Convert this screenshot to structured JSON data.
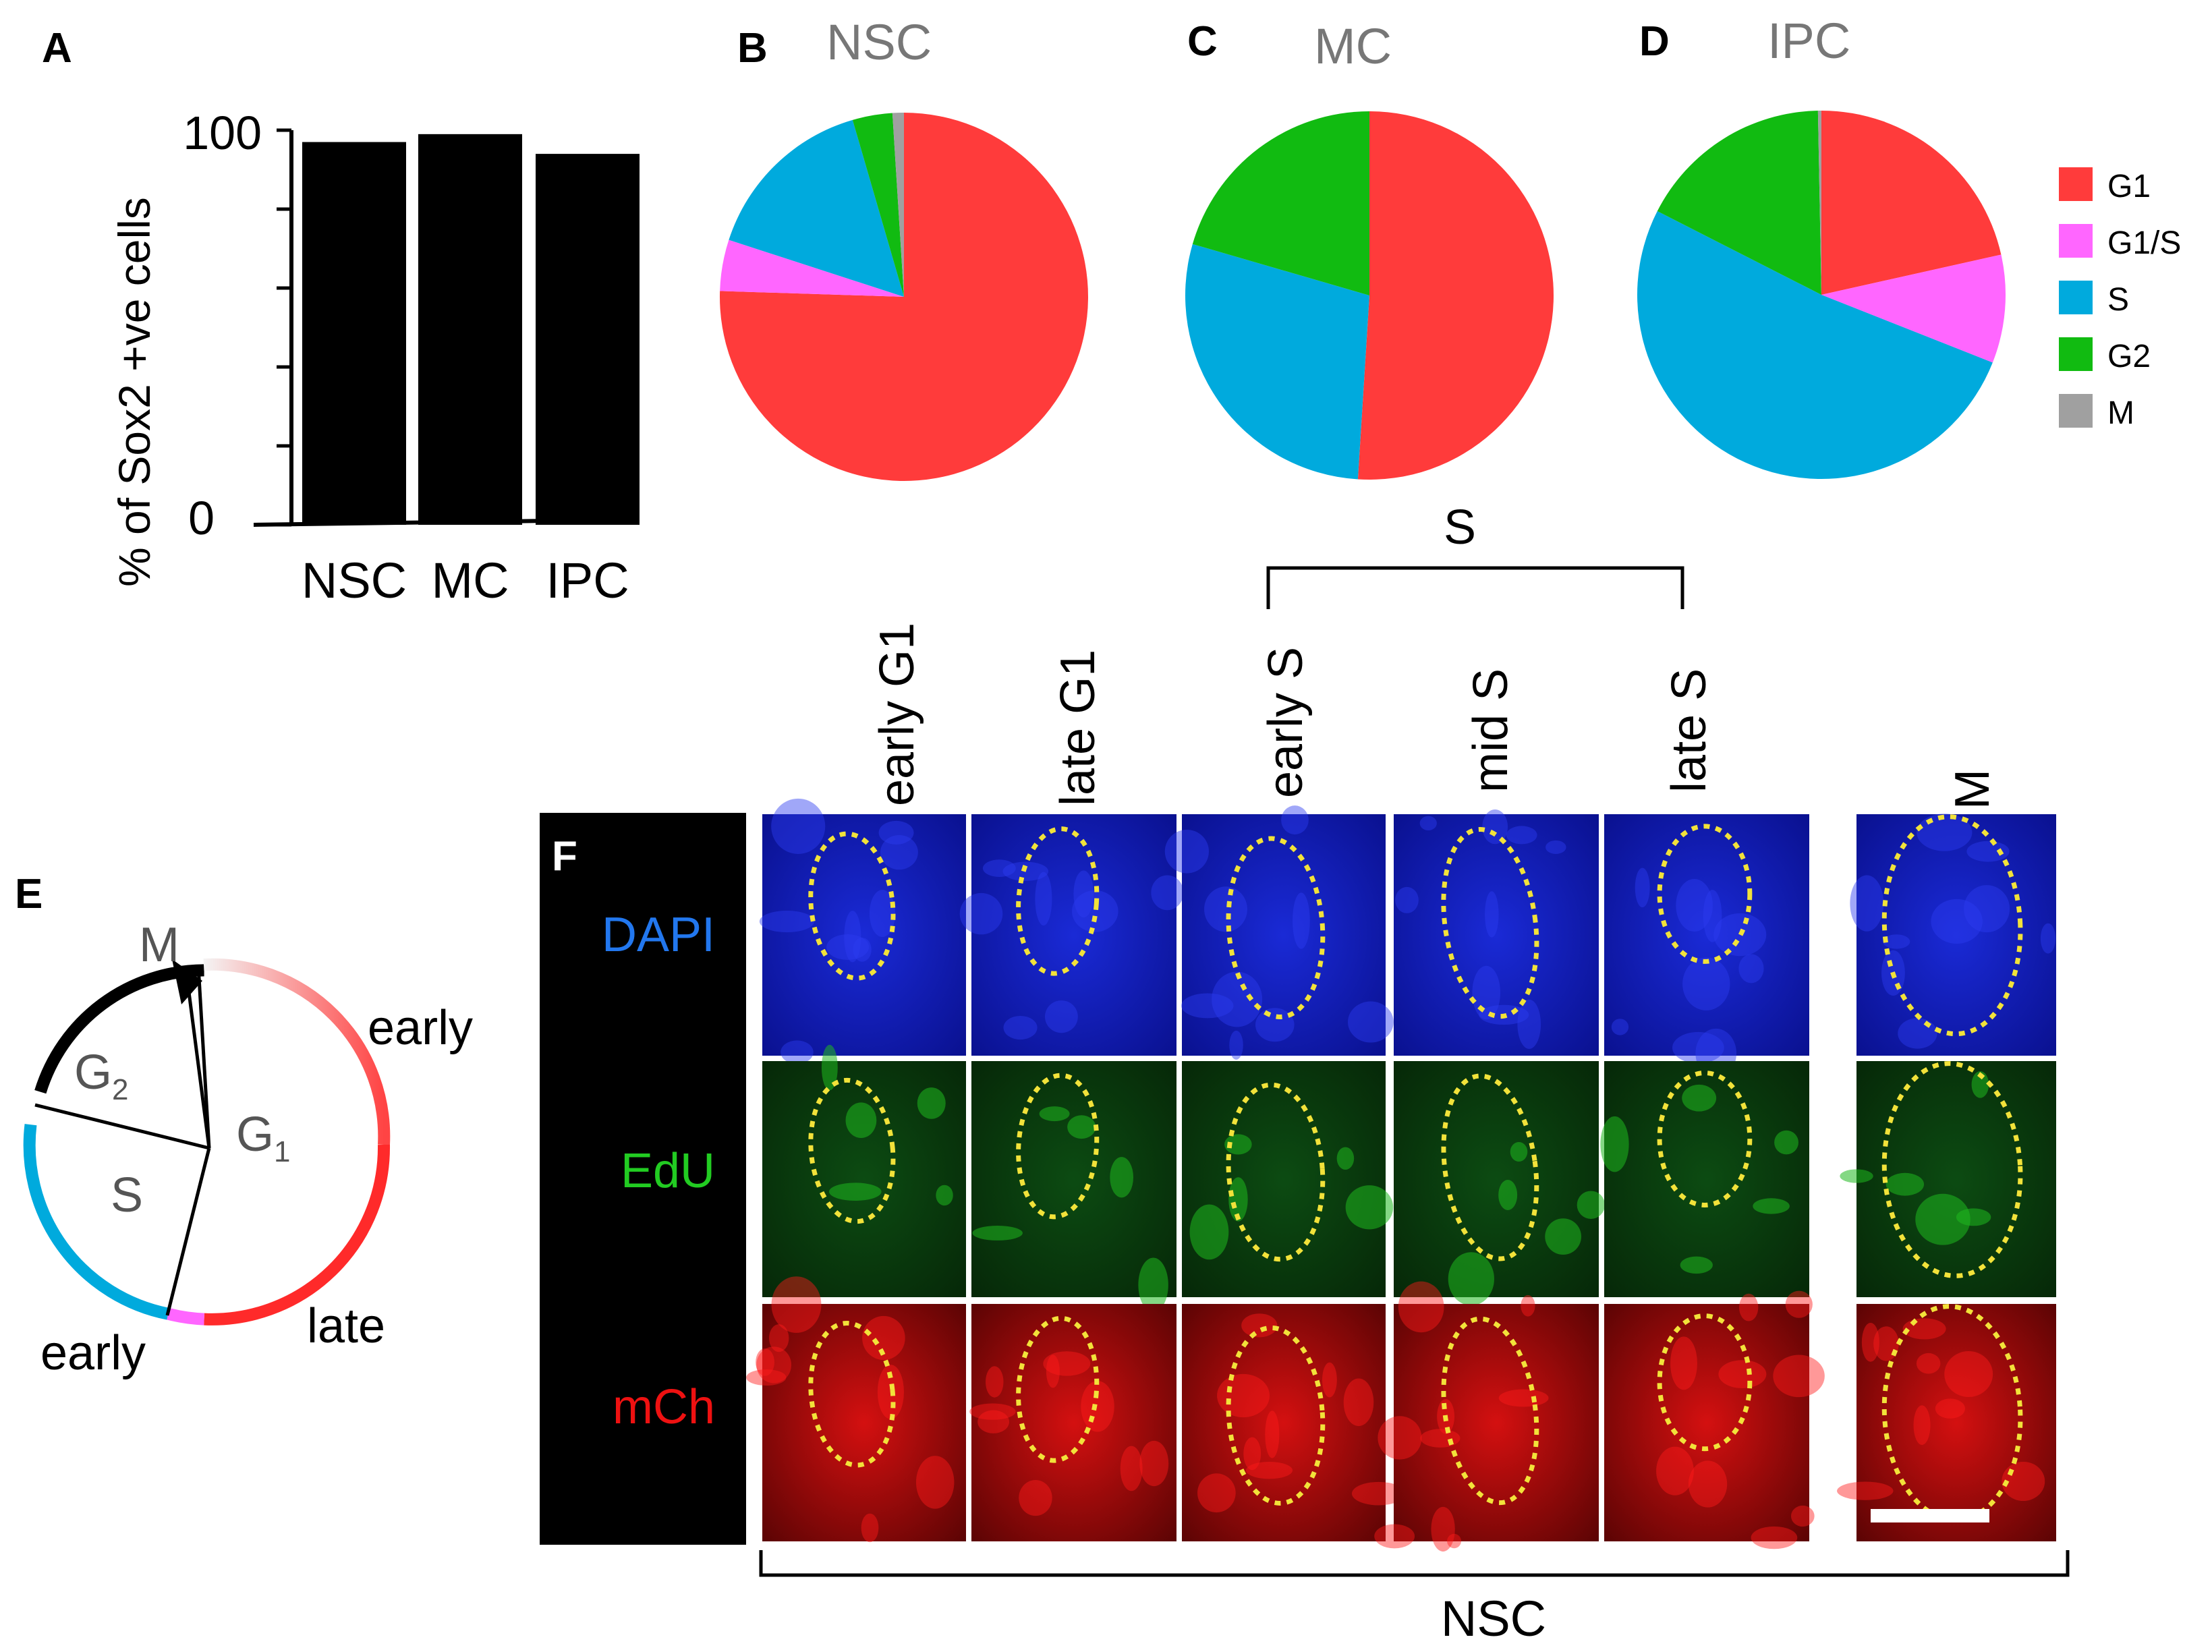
{
  "panel_letters": {
    "a": "A",
    "b": "B",
    "c": "C",
    "d": "D",
    "e": "E",
    "f": "F"
  },
  "colors": {
    "G1": "#ff3b3b",
    "G1_S": "#ff66ff",
    "S": "#00aadd",
    "G2": "#11bb11",
    "M": "#a0a0a0",
    "cycle_M": "#000000",
    "dapi_text": "#2277ee",
    "edu_text": "#22cc22",
    "mch_text": "#ee1111",
    "outline": "#f2e23a"
  },
  "chart_data": [
    {
      "type": "bar",
      "panel": "A",
      "categories": [
        "NSC",
        "MC",
        "IPC"
      ],
      "values": [
        97,
        99,
        94
      ],
      "ylabel": "% of Sox2 +ve cells",
      "ylim": [
        0,
        100
      ],
      "ytick_labels": [
        "0",
        "100"
      ]
    },
    {
      "type": "pie",
      "panel": "B",
      "title": "NSC",
      "labels": [
        "G1",
        "G1/S",
        "S",
        "G2",
        "M"
      ],
      "values": [
        75.5,
        4.5,
        15.5,
        3.5,
        1.0
      ]
    },
    {
      "type": "pie",
      "panel": "C",
      "title": "MC",
      "labels": [
        "G1",
        "G1/S",
        "S",
        "G2",
        "M"
      ],
      "values": [
        51,
        0,
        28.5,
        20.5,
        0
      ]
    },
    {
      "type": "pie",
      "panel": "D",
      "title": "IPC",
      "labels": [
        "G1",
        "G1/S",
        "S",
        "G2",
        "M"
      ],
      "values": [
        21.5,
        9.5,
        51.5,
        17.2,
        0.3
      ]
    }
  ],
  "legend": {
    "items": [
      "G1",
      "G1/S",
      "S",
      "G2",
      "M"
    ]
  },
  "cycle": {
    "M": "M",
    "G2": "G",
    "G2_sub": "2",
    "G1": "G",
    "G1_sub": "1",
    "S": "S",
    "early_top": "early",
    "late": "late",
    "early_bottom": "early"
  },
  "panel_f": {
    "bracket_label": "S",
    "columns": [
      "early G1",
      "late G1",
      "early S",
      "mid S",
      "late S",
      "M"
    ],
    "rows": [
      "DAPI",
      "EdU",
      "mCh"
    ],
    "bottom_label": "NSC"
  }
}
